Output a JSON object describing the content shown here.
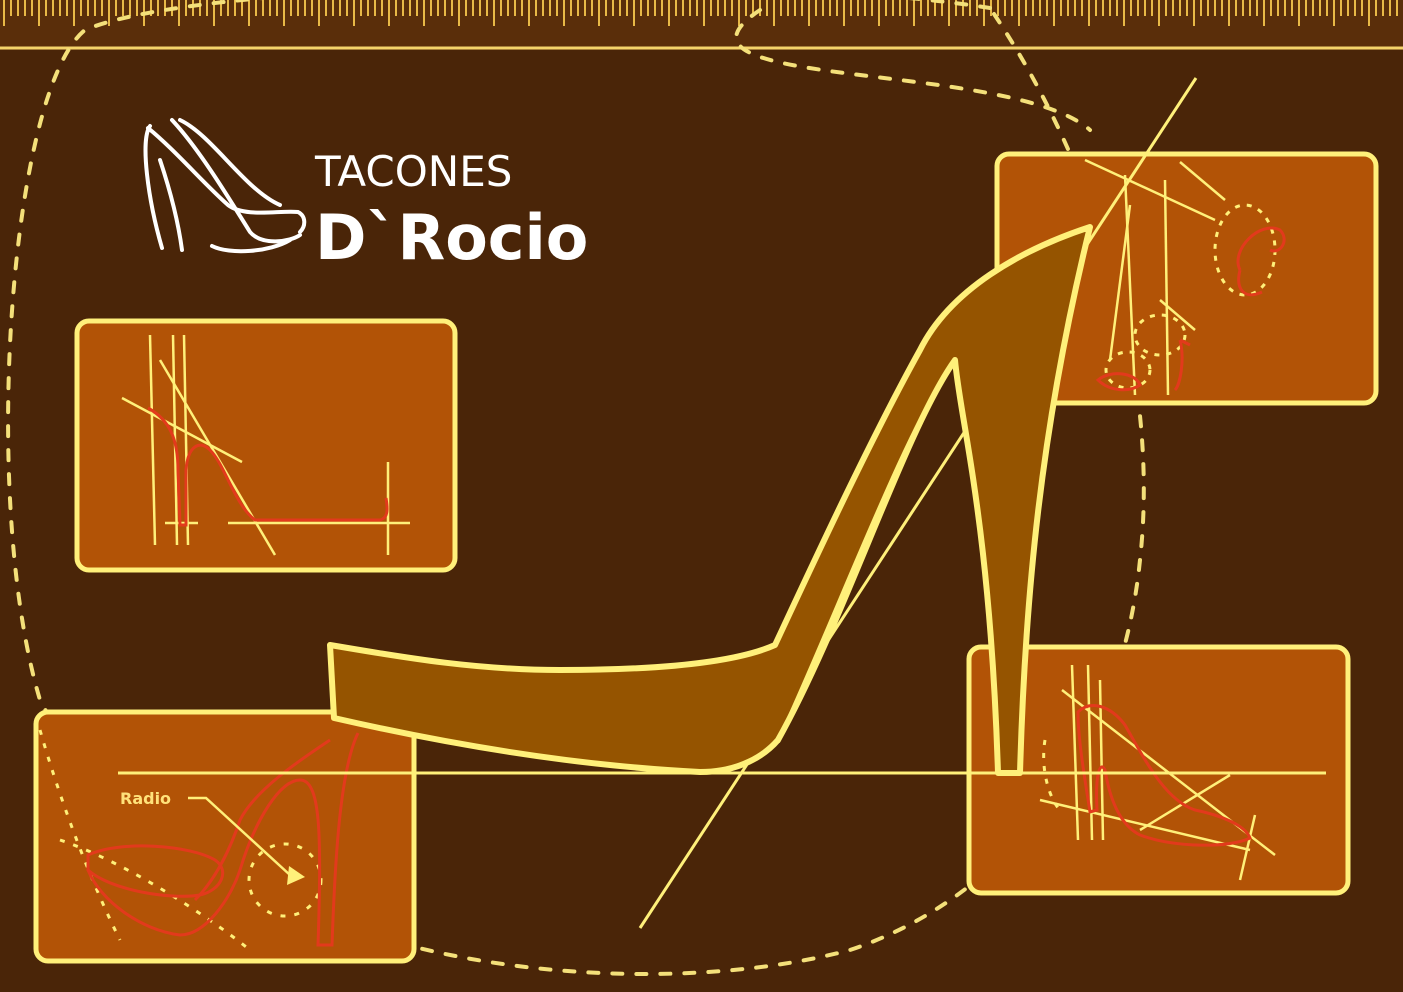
{
  "brand": {
    "line1": "TACONES",
    "line2": "D`Rocio"
  },
  "annotation": {
    "label": "Radio"
  },
  "colors": {
    "background": "#4a2508",
    "panel": "#b25306",
    "outline": "#fff07a",
    "sketch_red": "#e23a1c",
    "shoe_fill": "#955400"
  }
}
